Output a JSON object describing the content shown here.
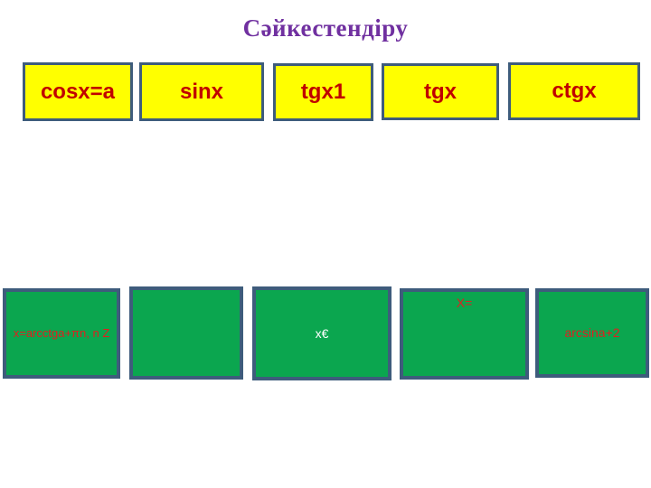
{
  "slide": {
    "title": "Сәйкестендіру",
    "terms": [
      {
        "label": "cosx=a"
      },
      {
        "label": "sinx"
      },
      {
        "label": "tgx1"
      },
      {
        "label": "tgx"
      },
      {
        "label": "ctgx"
      }
    ],
    "answers": [
      {
        "label": "x=arcctga+πn, n Z"
      },
      {
        "label": ""
      },
      {
        "label": "x€"
      },
      {
        "label": "X="
      },
      {
        "label": "arcsina+2"
      }
    ],
    "colors": {
      "title_text": "#7030A0",
      "card_border": "#3E5C7C",
      "term_fill": "#FFFF00",
      "term_text": "#C00000",
      "answer_fill": "#0BA64F",
      "answer_text_red": "#E01F1F",
      "answer_text_white": "#FFFFFF"
    }
  }
}
